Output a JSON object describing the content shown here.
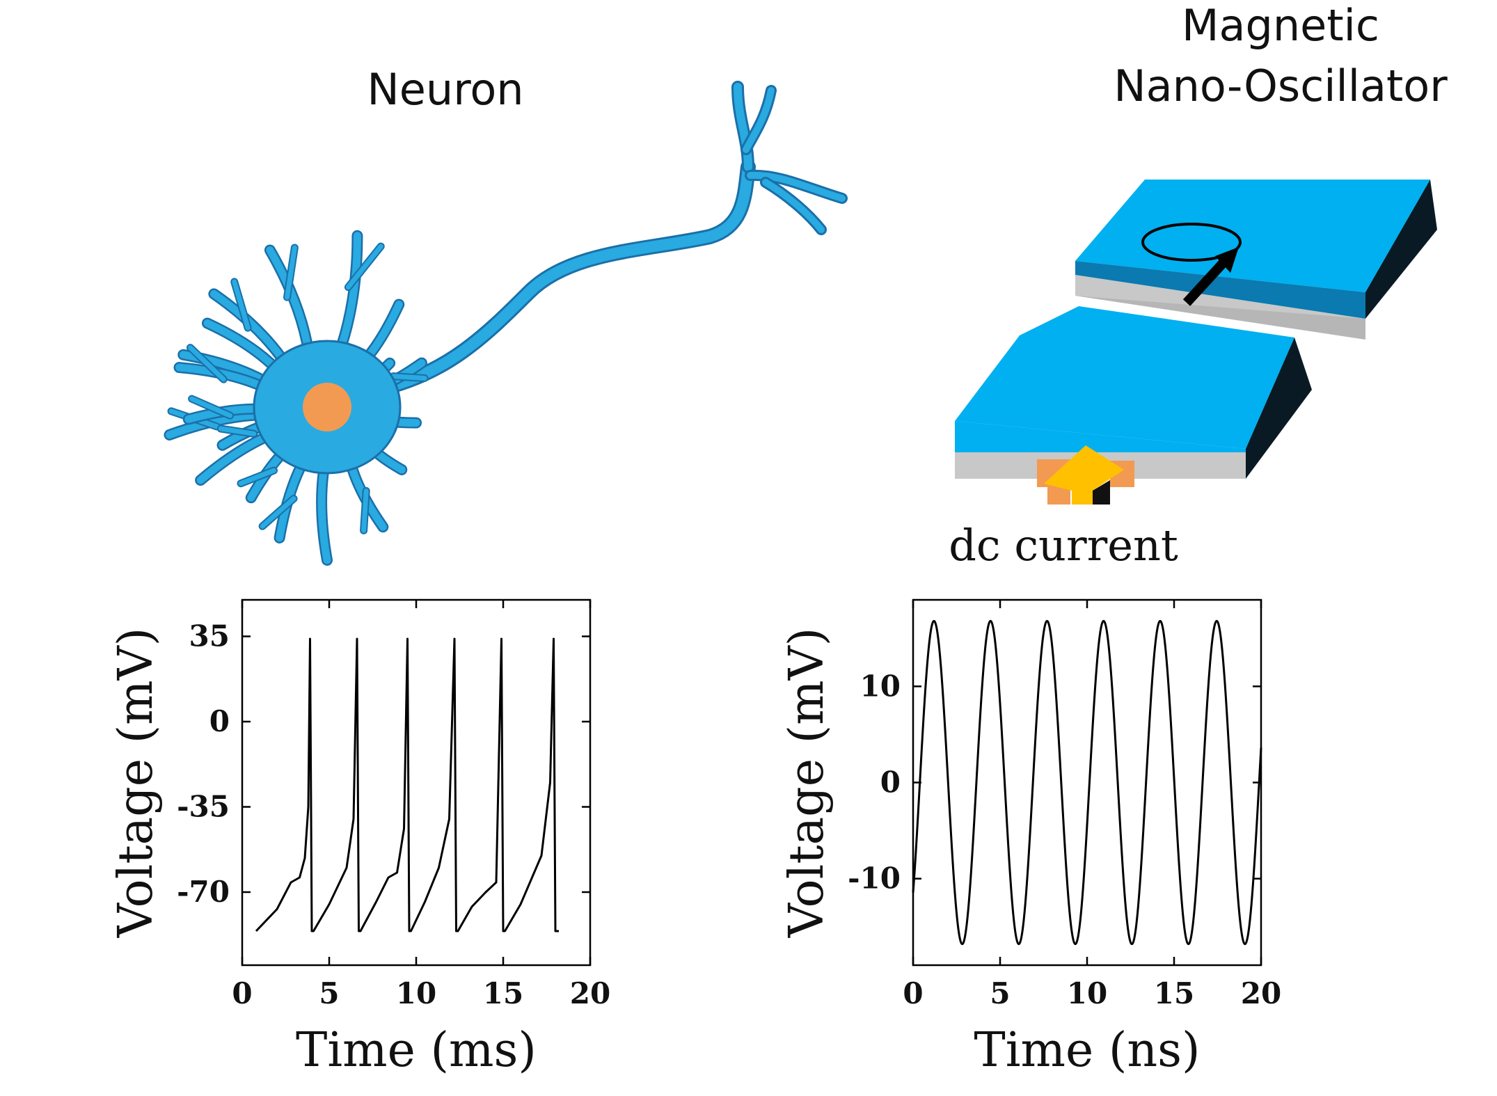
{
  "labels": {
    "neuron": "Neuron",
    "oscillator_line1": "Magnetic",
    "oscillator_line2": "Nano-Oscillator",
    "dc_current": "dc current"
  },
  "colors": {
    "neuron_body": "#29aae1",
    "neuron_outline": "#1b6fa8",
    "nucleus": "#f39a52",
    "layer_top": "#00b0f0",
    "layer_side": "#0a1a24",
    "spacer": "#c8c8c8",
    "arrow_orange": "#f39a52",
    "arrow_yellow": "#ffc000",
    "trace": "#000000"
  },
  "icons": {
    "neuron": "neuron-cell-icon",
    "oscillator": "nano-pillar-icon",
    "magnetization": "precessing-arrow-icon",
    "current": "current-arrow-icon"
  },
  "chart_data": [
    {
      "type": "line",
      "title": "",
      "xlabel": "Time (ms)",
      "ylabel": "Voltage (mV)",
      "xlim": [
        0,
        20
      ],
      "ylim": [
        -100,
        50
      ],
      "xticks": [
        0,
        5,
        10,
        15,
        20
      ],
      "yticks": [
        -70,
        -35,
        0,
        35
      ],
      "spike_times": [
        3.9,
        6.6,
        9.5,
        12.2,
        14.9,
        17.9
      ],
      "peak": 34,
      "reset": -86,
      "t_start": 0.8,
      "t_end": 18.2,
      "series": [
        {
          "values_note": "",
          "x": [
            0.8,
            2.0,
            2.8,
            3.3,
            3.6,
            3.8,
            3.9,
            4.0,
            4.1,
            5.0,
            6.0,
            6.4,
            6.6,
            6.7,
            6.8,
            7.7,
            8.4,
            8.9,
            9.3,
            9.5,
            9.6,
            9.7,
            10.5,
            11.3,
            11.9,
            12.2,
            12.3,
            12.4,
            13.2,
            14.0,
            14.6,
            14.9,
            15.0,
            15.1,
            16.0,
            17.2,
            17.7,
            17.9,
            18.0,
            18.2
          ],
          "y": [
            -86,
            -77,
            -66,
            -64,
            -56,
            -35,
            34,
            -86,
            -86,
            -75,
            -60,
            -40,
            34,
            -86,
            -86,
            -74,
            -64,
            -62,
            -44,
            34,
            -86,
            -86,
            -74,
            -60,
            -40,
            34,
            -86,
            -86,
            -76,
            -70,
            -66,
            34,
            -86,
            -86,
            -75,
            -55,
            -25,
            34,
            -86,
            -86
          ]
        }
      ]
    },
    {
      "type": "line",
      "title": "",
      "xlabel": "Time (ns)",
      "ylabel": "Voltage (mV)",
      "xlim": [
        0,
        20
      ],
      "ylim": [
        -19,
        19
      ],
      "xticks": [
        0,
        5,
        10,
        15,
        20
      ],
      "yticks": [
        -10,
        0,
        10
      ],
      "waveform": "sine",
      "amplitude": 16.8,
      "period_ns": 3.25,
      "phase_peak_ns": 1.2
    }
  ]
}
